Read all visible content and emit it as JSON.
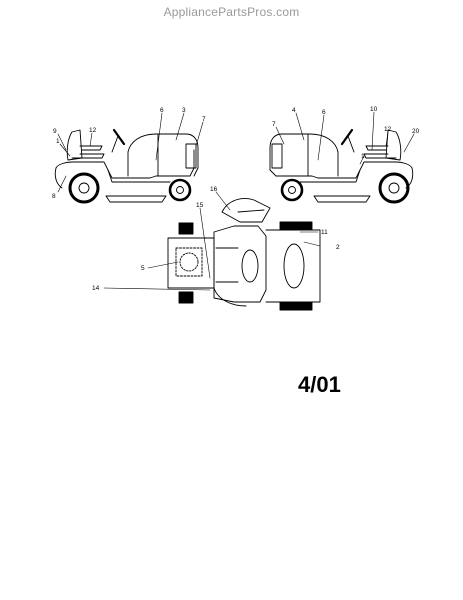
{
  "watermark": "AppliancePartsPros.com",
  "date_code": "4/01",
  "left_view_labels": [
    "9",
    "1",
    "12",
    "6",
    "3",
    "7",
    "8"
  ],
  "right_view_labels": [
    "7",
    "4",
    "6",
    "10",
    "12",
    "20",
    "1"
  ],
  "top_view_labels": [
    "16",
    "15",
    "11",
    "2",
    "5",
    "14"
  ]
}
